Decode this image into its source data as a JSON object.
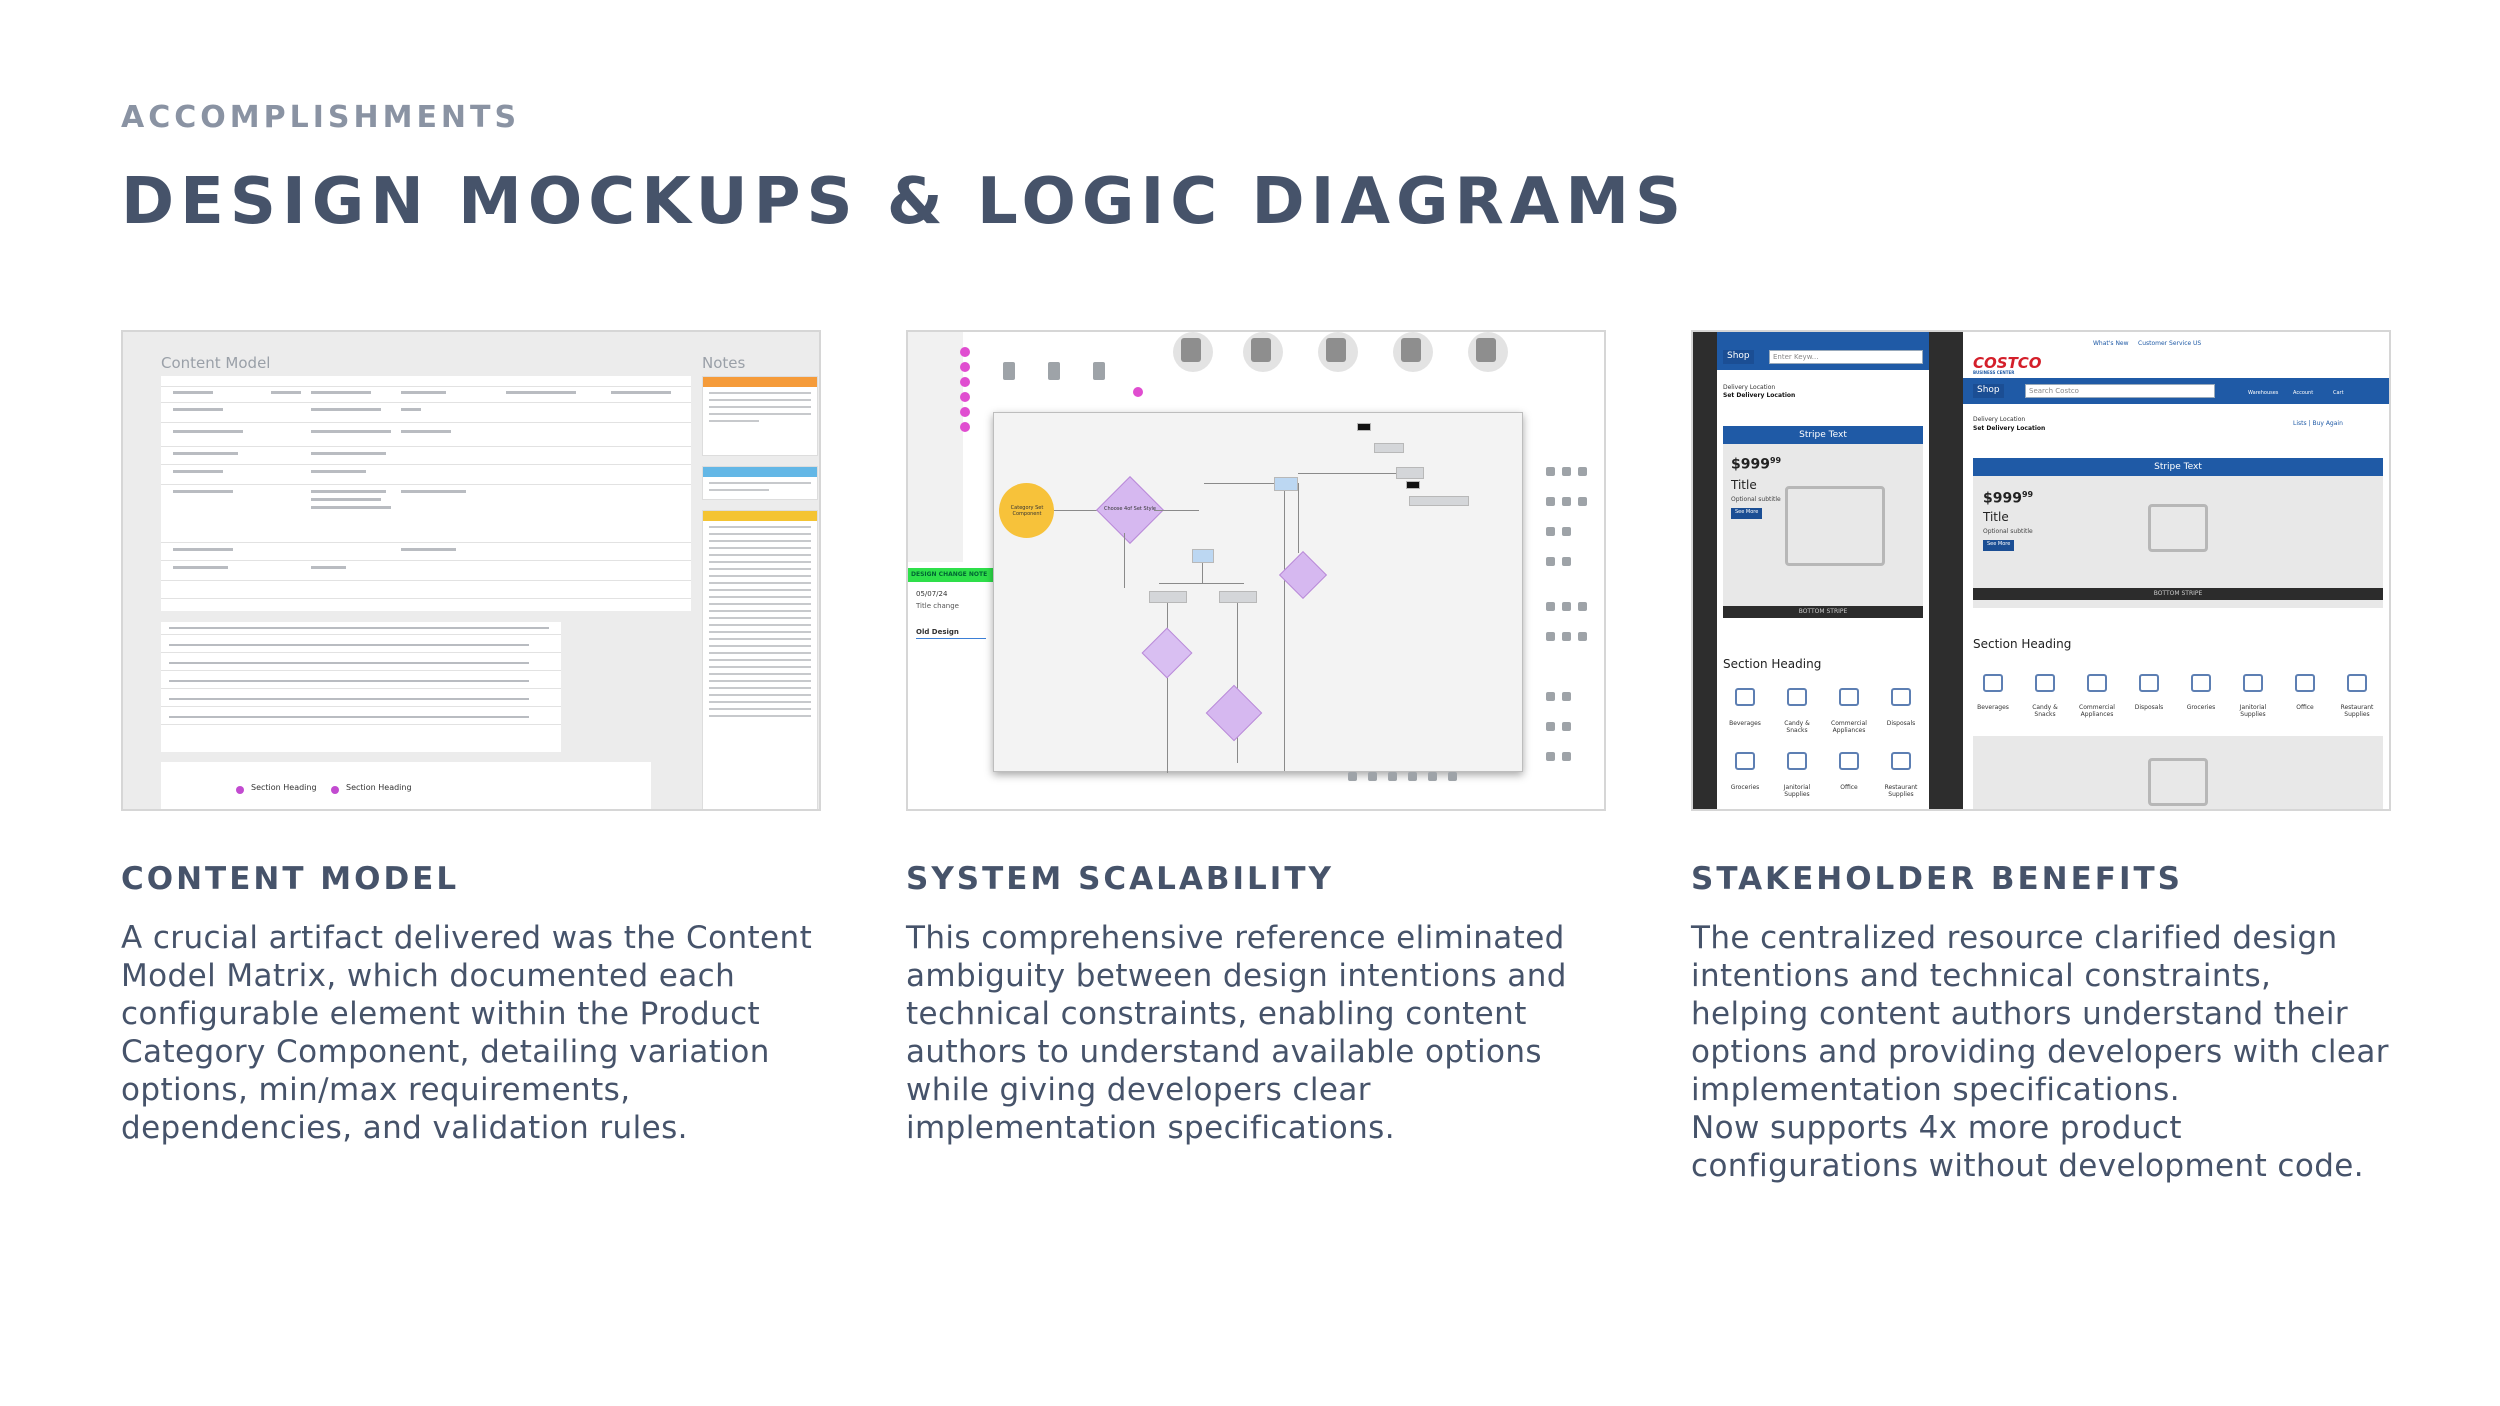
{
  "header": {
    "eyebrow": "ACCOMPLISHMENTS",
    "title": "DESIGN MOCKUPS & LOGIC DIAGRAMS"
  },
  "cards": [
    {
      "heading": "CONTENT MODEL",
      "body": [
        "A crucial artifact delivered was the Content Model Matrix, which documented each configurable element within the Product Category Component, detailing variation options, min/max requirements, dependencies, and validation rules."
      ]
    },
    {
      "heading": "SYSTEM SCALABILITY",
      "body": [
        "This comprehensive reference eliminated ambiguity between design intentions and technical constraints, enabling content authors to understand available options while giving developers clear implementation specifications."
      ]
    },
    {
      "heading": "STAKEHOLDER BENEFITS",
      "body": [
        "The centralized resource clarified design intentions and technical constraints, helping content authors understand their options and providing developers with clear implementation specifications.",
        "Now supports 4x more product configurations without development code."
      ]
    }
  ],
  "thumb1": {
    "left_label": "Content Model",
    "notes_label": "Notes",
    "section_heading_a": "Section Heading",
    "section_heading_b": "Section Heading"
  },
  "thumb2": {
    "green_label": "DESIGN CHANGE NOTE",
    "date": "05/07/24",
    "change": "Title change",
    "old_design": "Old Design",
    "start_node": "Category Set Component",
    "node_choose": "Choose 4of Set Style"
  },
  "thumb3": {
    "phone1": {
      "shop": "Shop",
      "search_placeholder": "Enter Keyw...",
      "delivery_label": "Delivery Location",
      "delivery_action": "Set Delivery Location",
      "stripe": "Stripe Text",
      "price": "$999",
      "price_cents": "99",
      "title": "Title",
      "subtitle": "Optional subtitle",
      "cta": "See More",
      "bottom_stripe": "BOTTOM STRIPE",
      "section_heading": "Section Heading",
      "categories": [
        "Beverages",
        "Candy & Snacks",
        "Commercial Appliances",
        "Disposals",
        "Groceries",
        "Janitorial Supplies",
        "Office",
        "Restaurant Supplies"
      ]
    },
    "phone2": {
      "logo": "COSTCO",
      "logo_sub": "BUSINESS CENTER",
      "nav_whats_new": "What's New",
      "nav_service": "Customer Service",
      "nav_region": "US",
      "shop": "Shop",
      "search_placeholder": "Search Costco",
      "warehouses": "Warehouses",
      "account": "Account",
      "cart": "Cart",
      "delivery_label": "Delivery Location",
      "delivery_action": "Set Delivery Location",
      "lists": "Lists | Buy Again",
      "stripe": "Stripe Text",
      "price": "$999",
      "price_cents": "99",
      "title": "Title",
      "subtitle": "Optional subtitle",
      "cta": "See More",
      "bottom_stripe": "BOTTOM STRIPE",
      "section_heading": "Section Heading",
      "categories": [
        "Beverages",
        "Candy & Snacks",
        "Commercial Appliances",
        "Disposals",
        "Groceries",
        "Janitorial Supplies",
        "Office",
        "Restaurant Supplies"
      ]
    }
  }
}
